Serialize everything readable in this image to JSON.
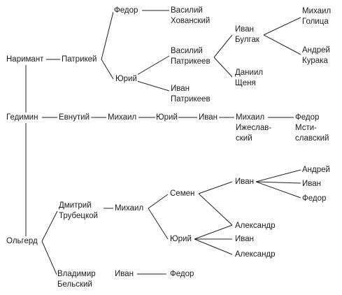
{
  "nodes": {
    "narimant": "Наримант",
    "patrikey": "Патрикей",
    "fedor_a": "Федор",
    "vasily_a": "Василий",
    "khovansky": "Хованский",
    "yury_a": "Юрий",
    "vasily_b": "Василий",
    "patrikeev_a": "Патрикеев",
    "ivan_a": "Иван",
    "patrikeev_b": "Патрикеев",
    "ivan_b": "Иван",
    "bulgak": "Булгак",
    "daniil": "Даниил",
    "shchenya": "Щеня",
    "mikhail_a": "Михаил",
    "golitsa": "Голица",
    "andrey_a": "Андрей",
    "kuraka": "Курака",
    "gedimin": "Гедимин",
    "evnutiy": "Евнутий",
    "mikhail_b": "Михаил",
    "yury_b": "Юрий",
    "ivan_c": "Иван",
    "mikhail_c": "Михаил",
    "izheslav_1": "Ижеслав-",
    "izheslav_2": "ский",
    "fedor_b": "Федор",
    "mstislav_1": "Мсти-",
    "mstislav_2": "славский",
    "olgerd": "Ольгерд",
    "dmitry": "Дмитрий",
    "trubetskoy": "Трубецкой",
    "mikhail_d": "Михаил",
    "semen": "Семен",
    "ivan_d": "Иван",
    "andrey_b": "Андрей",
    "ivan_e": "Иван",
    "fedor_c": "Федор",
    "alexander_a": "Александр",
    "yury_c": "Юрий",
    "ivan_f": "Иван",
    "alexander_b": "Александр",
    "vladimir": "Владимир",
    "belsky": "Бельский",
    "ivan_g": "Иван",
    "fedor_d": "Федор"
  }
}
